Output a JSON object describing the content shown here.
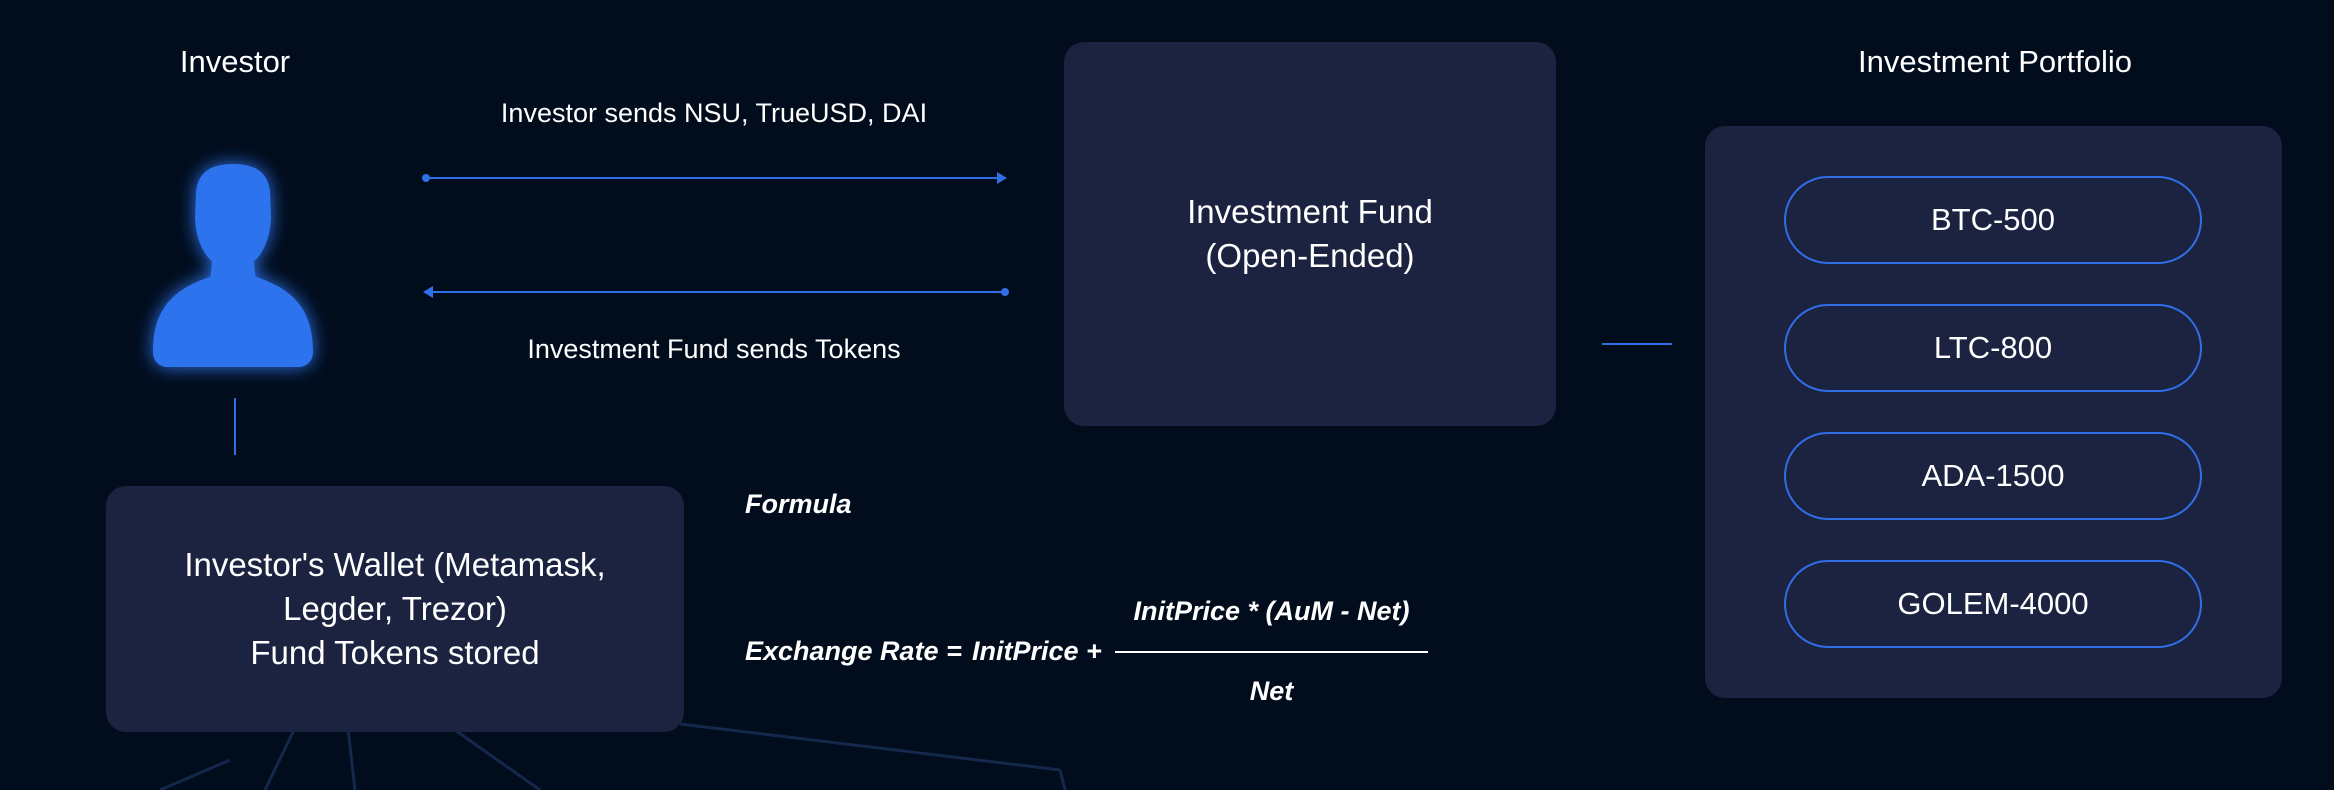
{
  "investor": {
    "label": "Investor"
  },
  "arrows": {
    "top_label": "Investor sends NSU, TrueUSD, DAI",
    "bottom_label": "Investment Fund sends Tokens"
  },
  "fund": {
    "line1": "Investment Fund",
    "line2": "(Open-Ended)"
  },
  "portfolio": {
    "title": "Investment Portfolio",
    "assets": [
      "BTC-500",
      "LTC-800",
      "ADA-1500",
      "GOLEM-4000"
    ]
  },
  "wallet": {
    "line1": "Investor's Wallet (Metamask,",
    "line2": "Legder, Trezor)",
    "line3": "Fund Tokens stored"
  },
  "formula": {
    "heading": "Formula",
    "lhs": "Exchange Rate =",
    "term": "InitPrice +",
    "numerator": "InitPrice * (AuM - Net)",
    "denominator": "Net"
  },
  "colors": {
    "background": "#010c1c",
    "box": "#1b2340",
    "accent": "#2f6fe6",
    "icon": "#2f73ee"
  },
  "icons": {
    "investor": "user-icon"
  }
}
